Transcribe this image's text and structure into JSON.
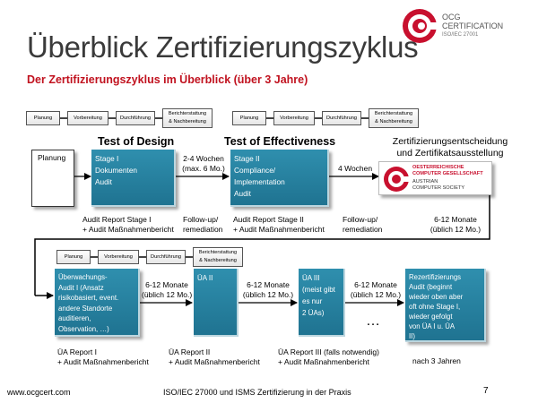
{
  "title": "Überblick Zertifizierungszyklus",
  "subtitle": "Der Zertifizierungszyklus im Überblick (über 3 Jahre)",
  "logo": {
    "line1": "OCG",
    "line2": "CERTIFICATION",
    "line3": "ISO/IEC 27001"
  },
  "mini_process": {
    "planung": "Planung",
    "vorbereitung": "Vorbereitung",
    "durchfuehrung": "Durchführung",
    "bericht_line1": "Berichterstattung",
    "bericht_line2": "& Nachbereitung"
  },
  "row1": {
    "planung_box": "Planung",
    "test_of_design": "Test of Design",
    "test_of_effectiveness": "Test of Effectiveness",
    "decision_line1": "Zertifizierungsentscheidung",
    "decision_line2": "und Zertifikatsausstellung",
    "stage1": [
      "Stage I",
      "Dokumenten",
      "Audit"
    ],
    "stage2": [
      "Stage II",
      "Compliance/",
      "Implementation",
      "Audit"
    ],
    "arrow1_line1": "2-4 Wochen",
    "arrow1_line2": "(max. 6 Mo.)",
    "arrow2_label": "4 Wochen",
    "bottom_stage1_l1": "Audit Report Stage I",
    "bottom_stage1_l2": "+ Audit Maßnahmenbericht",
    "bottom_follow1_l1": "Follow-up/",
    "bottom_follow1_l2": "remediation",
    "bottom_stage2_l1": "Audit Report Stage II",
    "bottom_stage2_l2": "+ Audit Maßnahmenbericht",
    "bottom_follow2_l1": "Follow-up/",
    "bottom_follow2_l2": "remediation",
    "bottom_months_l1": "6-12 Monate",
    "bottom_months_l2": "(üblich 12 Mo.)"
  },
  "ocg_logo": {
    "line1": "OESTERREICHISCHE",
    "line2": "COMPUTER GESELLSCHAFT",
    "line3": "AUSTRIAN",
    "line4": "COMPUTER SOCIETY"
  },
  "row2": {
    "ueberwachung": [
      "Überwachungs-",
      "Audit I (Ansatz",
      "risikobasiert, event.",
      "andere Standorte",
      "auditieren,",
      "Observation, …)"
    ],
    "ua2": "ÜA II",
    "ua3": [
      "ÜA III",
      "(meist gibt",
      "es nur",
      "2 ÜAs)"
    ],
    "rezert": [
      "Rezertifizierungs",
      "Audit (beginnt",
      "wieder oben aber",
      "oft ohne Stage I,",
      "wieder gefolgt",
      "von ÜA I u. ÜA",
      "II)"
    ],
    "gap_l1": "6-12 Monate",
    "gap_l2": "(üblich 12 Mo.)",
    "ellipsis": "…",
    "bottom_ua1_l1": "ÜA Report I",
    "bottom_ua1_l2": "+ Audit Maßnahmenbericht",
    "bottom_ua2_l1": "ÜA Report II",
    "bottom_ua2_l2": "+ Audit Maßnahmenbericht",
    "bottom_ua3_l1": "ÜA Report III (falls notwendig)",
    "bottom_ua3_l2": "+ Audit Maßnahmenbericht",
    "bottom_after": "nach 3 Jahren"
  },
  "footer": {
    "url": "www.ocgcert.com",
    "center": "ISO/IEC 27000 und ISMS Zertifizierung in der Praxis",
    "page": "7"
  },
  "colors": {
    "teal": "#1f7391",
    "subtitle_red": "#c1121f",
    "brand_red": "#c8102e"
  }
}
